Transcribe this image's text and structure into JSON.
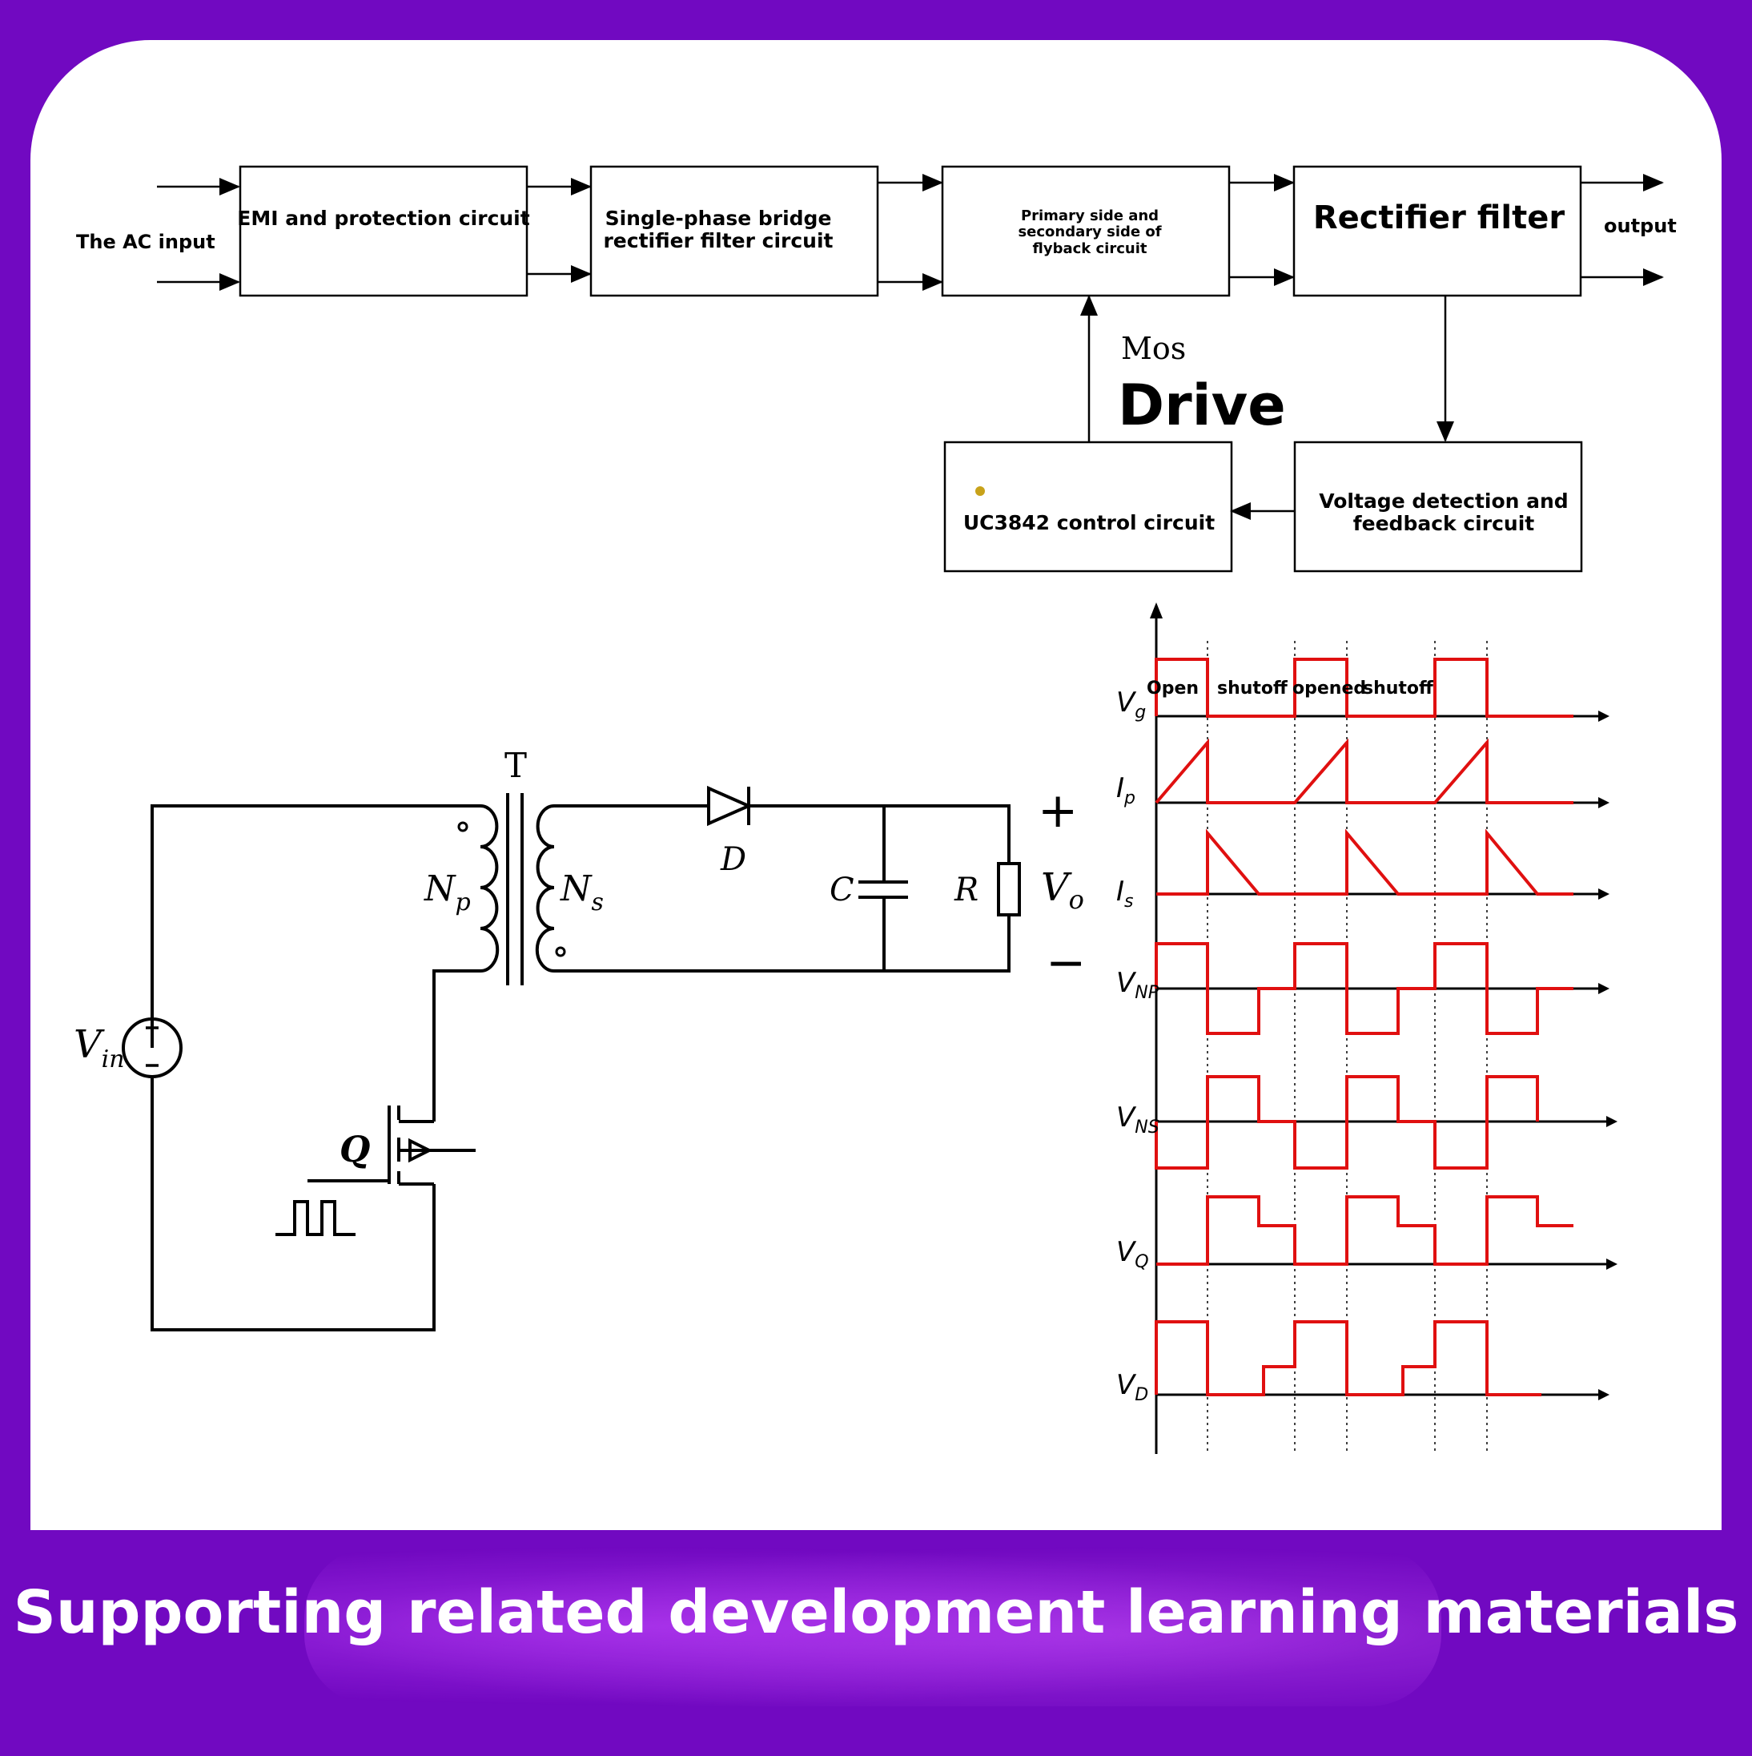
{
  "block_diagram": {
    "input_label": "The AC input",
    "output_label": "output",
    "blocks": {
      "emi": "EMI and protection circuit",
      "bridge": [
        "Single-phase bridge",
        "rectifier filter circuit"
      ],
      "flyback": [
        "Primary side and",
        "secondary side of",
        "flyback circuit"
      ],
      "rectifier": "Rectifier filter",
      "control": "UC3842 control circuit",
      "feedback": [
        "Voltage detection and",
        "feedback circuit"
      ]
    },
    "drive_label_small": "Mos",
    "drive_label_big": "Drive"
  },
  "circuit": {
    "transformer": "T",
    "primary": {
      "base": "N",
      "sub": "p"
    },
    "secondary": {
      "base": "N",
      "sub": "s"
    },
    "diode": "D",
    "capacitor": "C",
    "resistor": "R",
    "output": {
      "base": "V",
      "sub": "o"
    },
    "input": {
      "base": "V",
      "sub": "in"
    },
    "switch": "Q",
    "plus": "+",
    "minus": "−"
  },
  "waveforms": {
    "phases": [
      "Open",
      "shutoff",
      "opened",
      "shutoff"
    ],
    "signals": [
      {
        "base": "V",
        "sub": "g"
      },
      {
        "base": "I",
        "sub": "p"
      },
      {
        "base": "I",
        "sub": "s"
      },
      {
        "base": "V",
        "sub": "NP"
      },
      {
        "base": "V",
        "sub": "NS"
      },
      {
        "base": "V",
        "sub": "Q"
      },
      {
        "base": "V",
        "sub": "D"
      }
    ],
    "colors": {
      "trace": "#e01010",
      "axis": "#000000"
    }
  },
  "footer": {
    "text": "Supporting related development learning materials"
  },
  "colors": {
    "background": "#7109c1",
    "panel": "#ffffff"
  }
}
